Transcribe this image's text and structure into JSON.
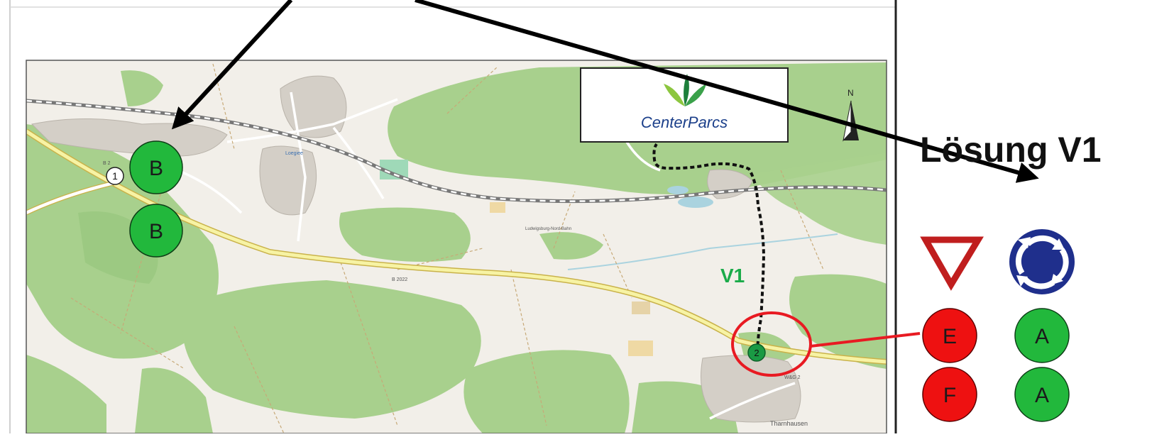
{
  "heading": "Lösung V1",
  "map": {
    "route_label": "V1",
    "point_1_label": "1",
    "point_2_label": "2",
    "north_label": "N",
    "place_labels": {
      "village_top": "Loegiee",
      "village_bottom": "Tharnhausen",
      "road_b2": "B 2022",
      "road_left": "B 2",
      "road_right": "W&G 2",
      "rail": "Ludwigsburg-Nord-Bahn"
    }
  },
  "logo": {
    "text": "CenterParcs"
  },
  "grading": {
    "left_markers": [
      "B",
      "B"
    ],
    "option_yield": {
      "icon": "yield-sign-icon",
      "grades": [
        "E",
        "F"
      ]
    },
    "option_roundabout": {
      "icon": "roundabout-sign-icon",
      "grades": [
        "A",
        "A"
      ]
    }
  },
  "colors": {
    "good": "#22b83c",
    "bad": "#ee1111",
    "highlight": "#e81a22",
    "route_label": "#1bab4a",
    "sign_blue": "#1f2f8c",
    "sign_red": "#c01e1e",
    "forest": "#a8d08d",
    "map_base": "#f2efe9"
  }
}
